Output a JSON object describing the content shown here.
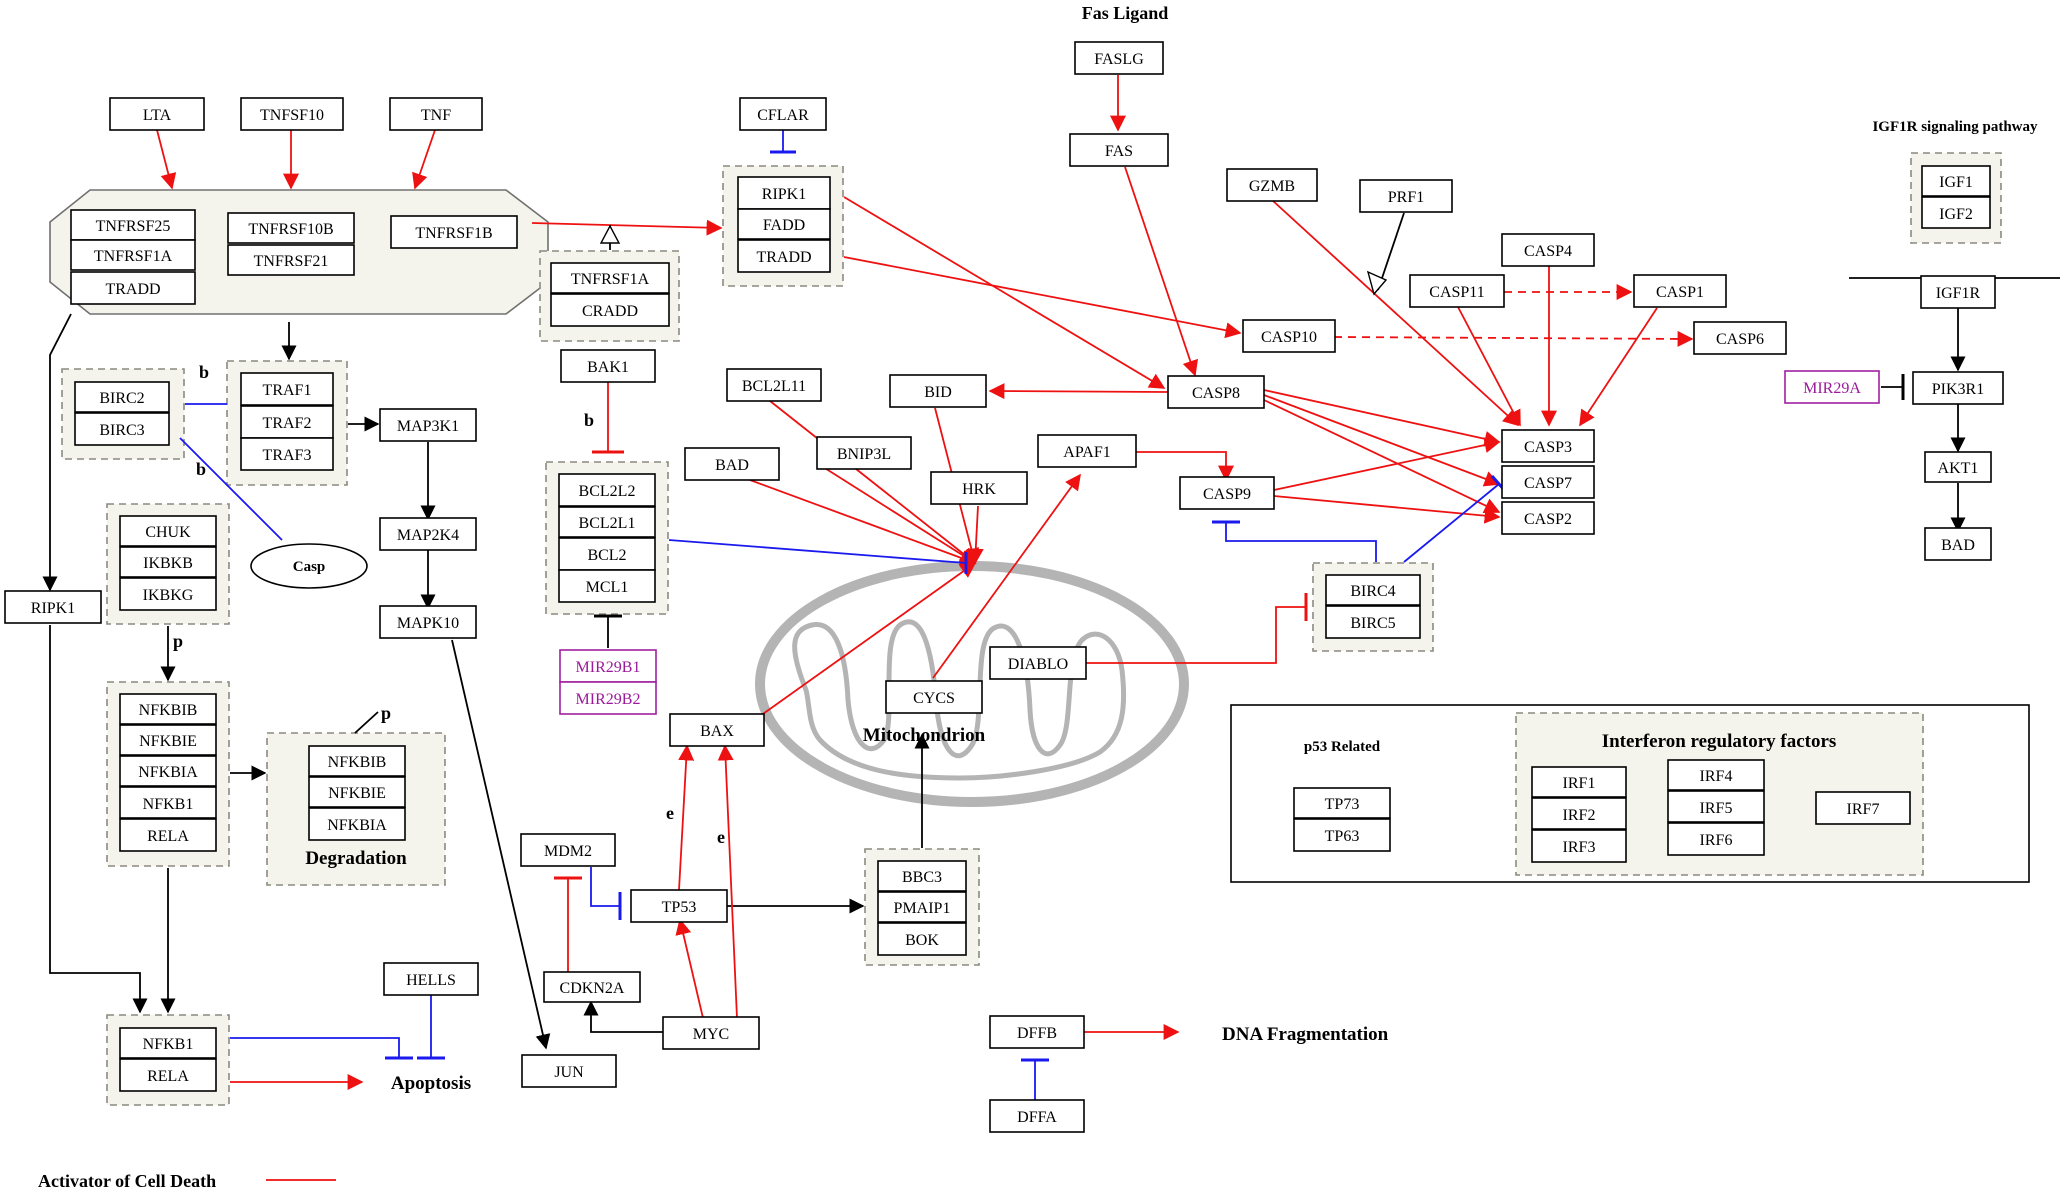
{
  "labels": {
    "fas_ligand": "Fas Ligand",
    "igf1r_pathway": "IGF1R signaling pathway",
    "mitochondrion": "Mitochondrion",
    "degradation": "Degradation",
    "apoptosis": "Apoptosis",
    "dna_fragmentation": "DNA Fragmentation",
    "p53_related": "p53 Related",
    "interferon": "Interferon regulatory factors",
    "legend_activator": "Activator of Cell Death",
    "casp": "Casp",
    "b1": "b",
    "b2": "b",
    "b3": "b",
    "p1": "p",
    "p2": "p",
    "e1": "e",
    "e2": "e"
  },
  "genes": {
    "lta": "LTA",
    "tnfsf10": "TNFSF10",
    "tnf": "TNF",
    "tnfrsf25": "TNFRSF25",
    "tnfrsf1a": "TNFRSF1A",
    "tradd": "TRADD",
    "tnfrsf10b": "TNFRSF10B",
    "tnfrsf21": "TNFRSF21",
    "tnfrsf1b": "TNFRSF1B",
    "cflar": "CFLAR",
    "ripk1_c": "RIPK1",
    "fadd": "FADD",
    "tradd_c": "TRADD",
    "tnfrsf1a_b": "TNFRSF1A",
    "cradd": "CRADD",
    "fasl": "FASLG",
    "fas": "FAS",
    "gzmb": "GZMB",
    "prf1": "PRF1",
    "casp4": "CASP4",
    "casp11": "CASP11",
    "casp1": "CASP1",
    "casp10": "CASP10",
    "casp6": "CASP6",
    "casp8": "CASP8",
    "casp3": "CASP3",
    "casp7": "CASP7",
    "casp2": "CASP2",
    "casp9": "CASP9",
    "igf1": "IGF1",
    "igf2": "IGF2",
    "igf1r": "IGF1R",
    "mir29a": "MIR29A",
    "pik3r1": "PIK3R1",
    "akt1": "AKT1",
    "bad_r": "BAD",
    "birc2": "BIRC2",
    "birc3": "BIRC3",
    "traf1": "TRAF1",
    "traf2": "TRAF2",
    "traf3": "TRAF3",
    "map3k1": "MAP3K1",
    "map2k4": "MAP2K4",
    "mapk10": "MAPK10",
    "bak1": "BAK1",
    "bcl2l2": "BCL2L2",
    "bcl2l1": "BCL2L1",
    "bcl2": "BCL2",
    "mcl1": "MCL1",
    "mir29b1": "MIR29B1",
    "mir29b2": "MIR29B2",
    "bcl2l11": "BCL2L11",
    "bid": "BID",
    "bnip3l": "BNIP3L",
    "bad": "BAD",
    "hrk": "HRK",
    "apaf1": "APAF1",
    "birc4": "BIRC4",
    "birc5": "BIRC5",
    "diablo": "DIABLO",
    "cycs": "CYCS",
    "chuk": "CHUK",
    "ikbkb": "IKBKB",
    "ikbkg": "IKBKG",
    "ripk1": "RIPK1",
    "nfkbib": "NFKBIB",
    "nfkbie": "NFKBIE",
    "nfkbia": "NFKBIA",
    "nfkb1": "NFKB1",
    "rela": "RELA",
    "nfkbib_d": "NFKBIB",
    "nfkbie_d": "NFKBIE",
    "nfkbia_d": "NFKBIA",
    "bax": "BAX",
    "mdm2": "MDM2",
    "tp53": "TP53",
    "cdkn2a": "CDKN2A",
    "myc": "MYC",
    "jun": "JUN",
    "bbc3": "BBC3",
    "pmaip1": "PMAIP1",
    "bok": "BOK",
    "hells": "HELLS",
    "nfkb1_b": "NFKB1",
    "rela_b": "RELA",
    "dffb": "DFFB",
    "dffa": "DFFA",
    "tp73": "TP73",
    "tp63": "TP63",
    "irf1": "IRF1",
    "irf2": "IRF2",
    "irf3": "IRF3",
    "irf4": "IRF4",
    "irf5": "IRF5",
    "irf6": "IRF6",
    "irf7": "IRF7"
  },
  "colors": {
    "activation": "#ee1111",
    "inhibition": "#1a1aee",
    "neutral": "#000000",
    "microrna": "#9a1a9a",
    "group_fill": "#f4f4ec"
  }
}
